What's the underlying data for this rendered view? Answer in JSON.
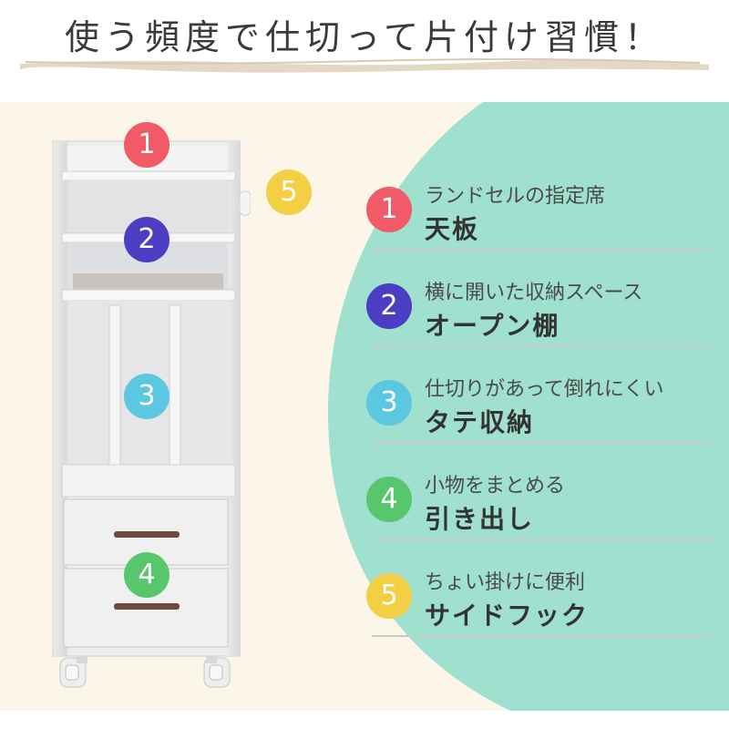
{
  "title": "使う頻度で仕切って片付け習慣！",
  "colors": {
    "badge_1": "#f15a67",
    "badge_2": "#4b3ec2",
    "badge_3": "#5bc7e0",
    "badge_4": "#58c66c",
    "badge_5": "#f2cf43",
    "mint": "#9fe0cf",
    "cream": "#fbf6e8"
  },
  "badges": {
    "n1": "1",
    "n2": "2",
    "n3": "3",
    "n4": "4",
    "n5": "5"
  },
  "features": [
    {
      "number": "1",
      "subtitle": "ランドセルの指定席",
      "name": "天板"
    },
    {
      "number": "2",
      "subtitle": "横に開いた収納スペース",
      "name": "オープン棚"
    },
    {
      "number": "3",
      "subtitle": "仕切りがあって倒れにくい",
      "name": "タテ収納"
    },
    {
      "number": "4",
      "subtitle": "小物をまとめる",
      "name": "引き出し"
    },
    {
      "number": "5",
      "subtitle": "ちょい掛けに便利",
      "name": "サイドフック"
    }
  ]
}
